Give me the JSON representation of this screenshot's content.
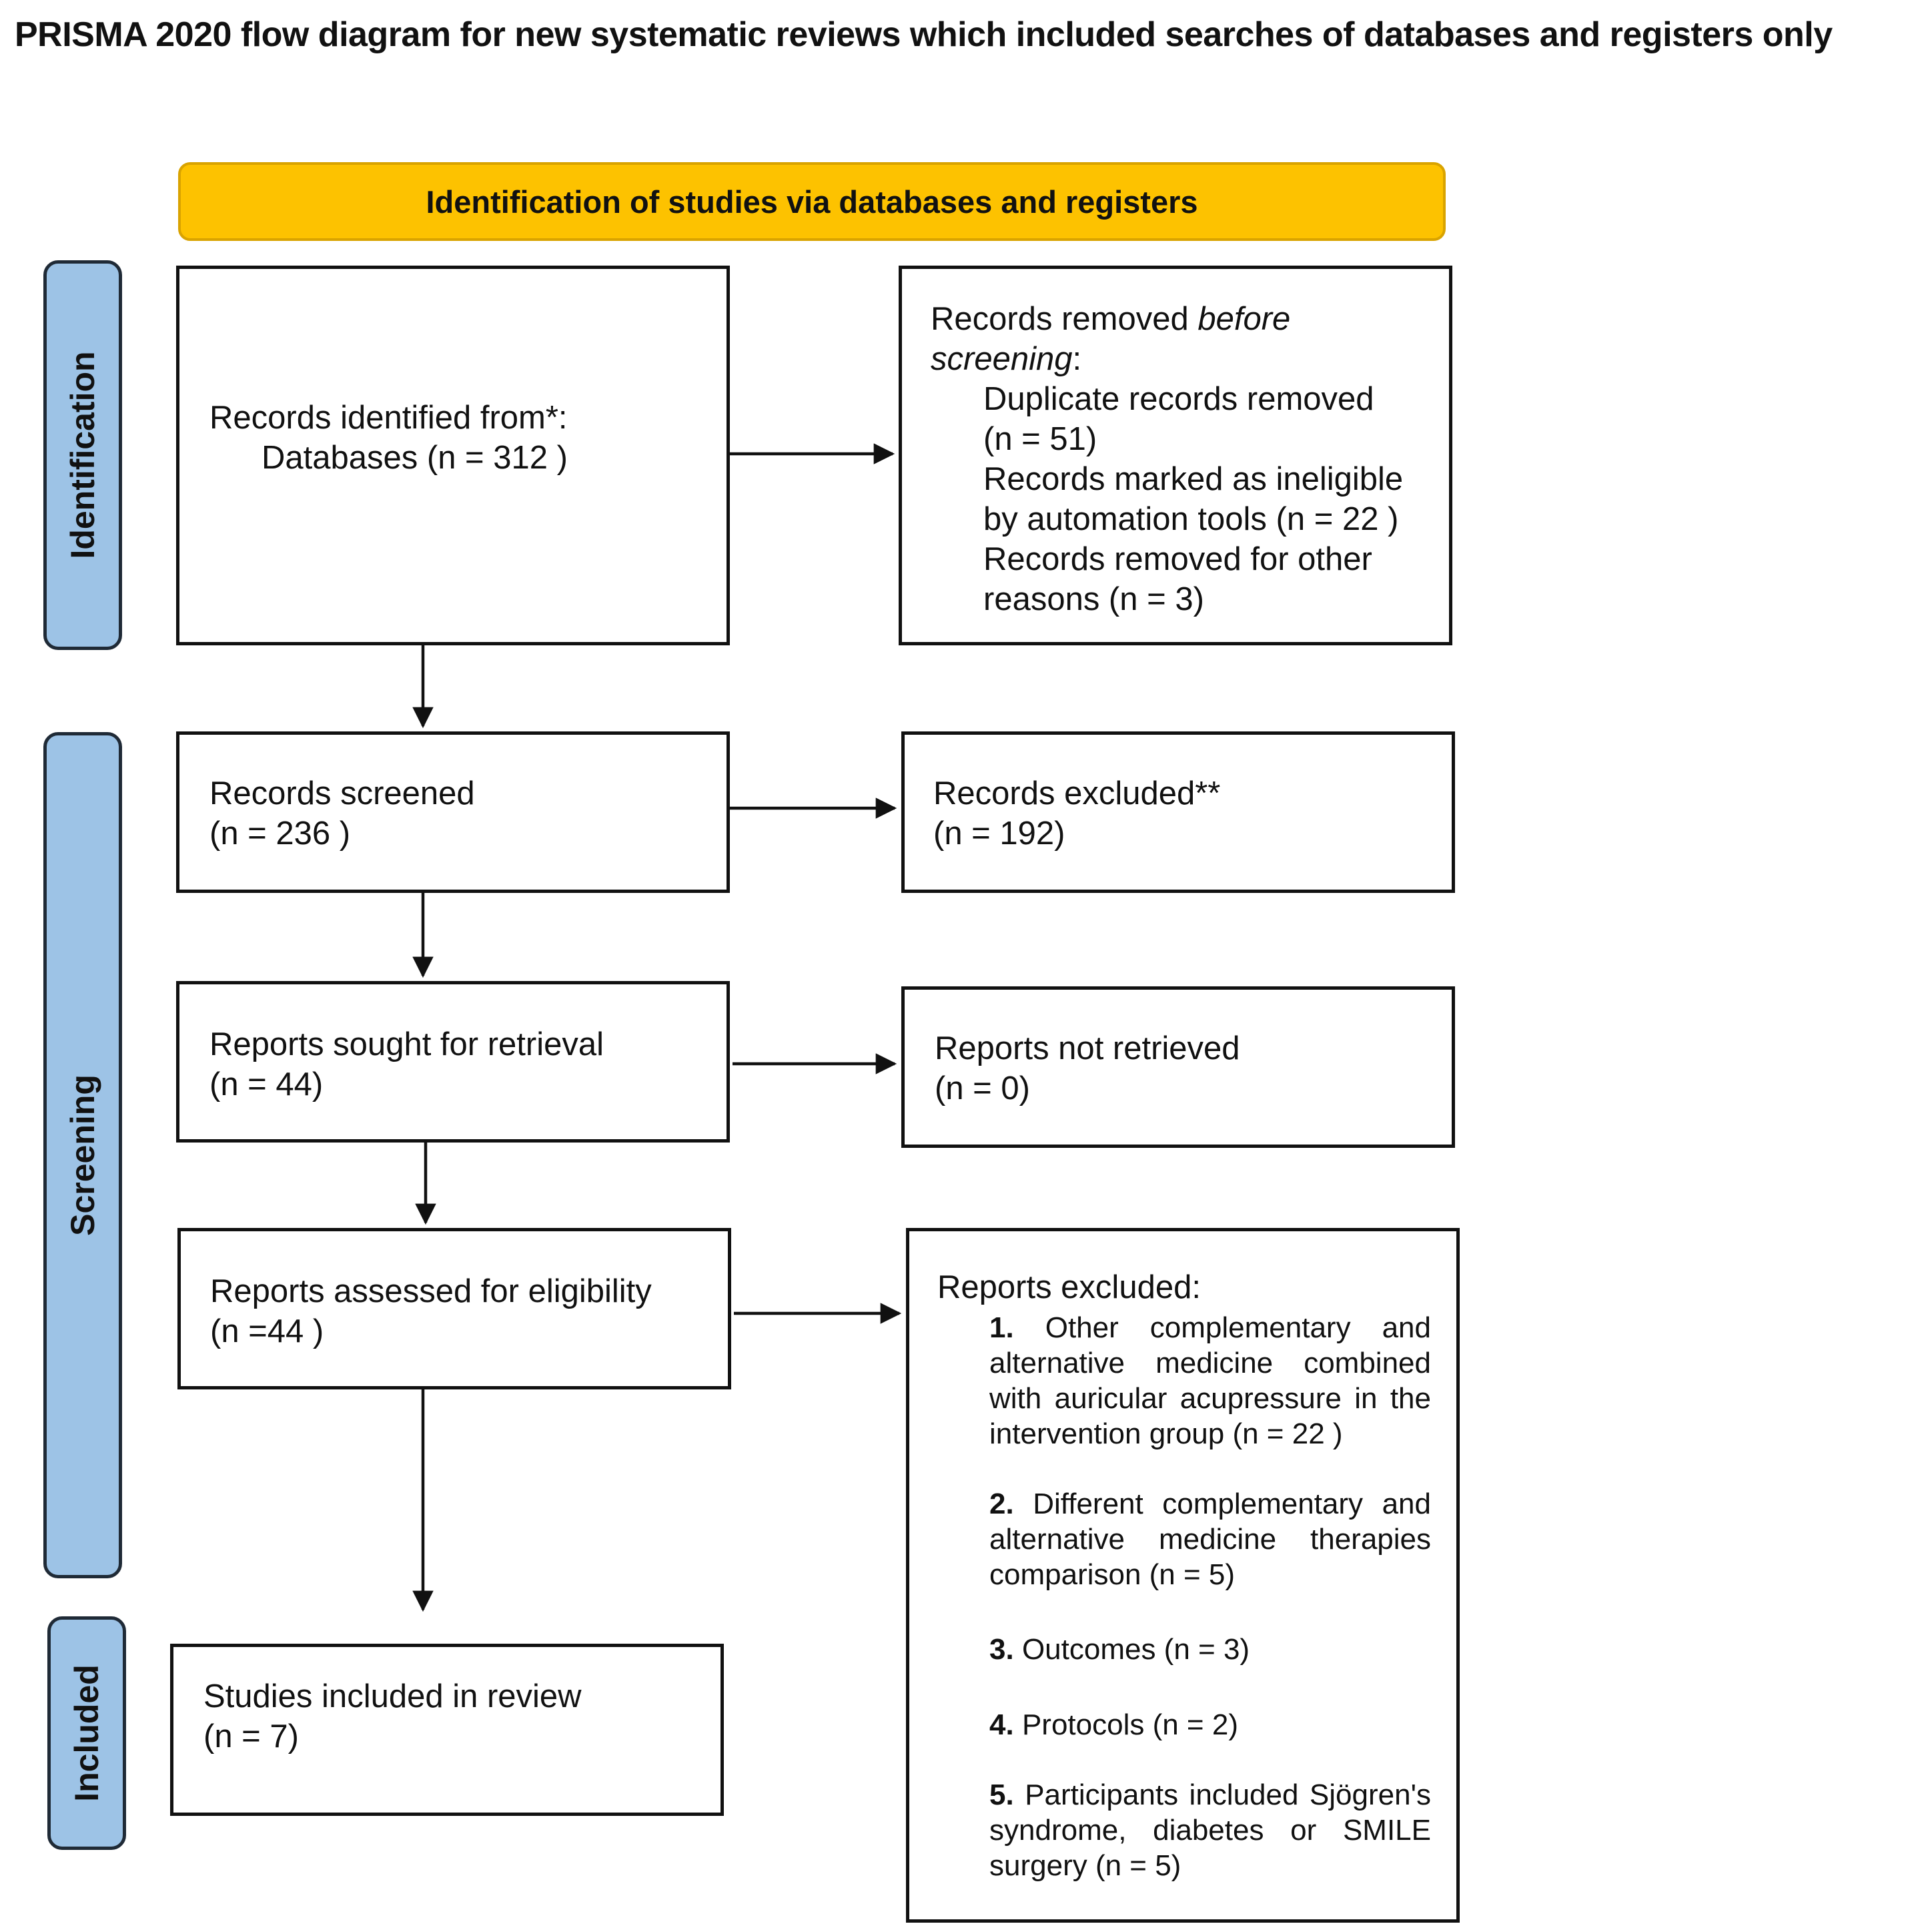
{
  "title": "PRISMA 2020 flow diagram for new systematic reviews which included searches of databases and registers only",
  "banner": "Identification of studies via databases and registers",
  "phases": {
    "identification": "Identification",
    "screening": "Screening",
    "included": "Included"
  },
  "colors": {
    "banner": "#FDC200",
    "phase": "#9DC3E6"
  },
  "identified": {
    "line1": "Records identified from*:",
    "line2": "Databases (n = 312 )"
  },
  "removed": {
    "line1_pre": "Records removed ",
    "line1_em": "before",
    "line2_em": "screening",
    "line2_post": ":",
    "line3": "Duplicate records removed",
    "line4": "(n = 51)",
    "line5": "Records marked as ineligible",
    "line6": "by automation tools (n = 22 )",
    "line7": "Records removed for other",
    "line8": "reasons (n = 3)"
  },
  "screened": {
    "line1": "Records screened",
    "line2": "(n = 236 )"
  },
  "records_excluded": {
    "line1": "Records excluded**",
    "line2": "(n = 192)"
  },
  "sought": {
    "line1": "Reports sought for retrieval",
    "line2": "(n = 44)"
  },
  "not_retrieved": {
    "line1": "Reports not retrieved",
    "line2": "(n = 0)"
  },
  "assessed": {
    "line1": "Reports assessed for eligibility",
    "line2": "(n =44 )"
  },
  "reports_excluded": {
    "heading": "Reports excluded:",
    "items": [
      {
        "num": "1.",
        "text": "Other complementary and alternative medicine combined with auricular acupressure in the intervention group (n = 22 )"
      },
      {
        "num": "2.",
        "text": "Different complementary and alternative medicine therapies comparison (n = 5)"
      },
      {
        "num": "3.",
        "text": "Outcomes (n = 3)"
      },
      {
        "num": "4.",
        "text": "Protocols  (n = 2)"
      },
      {
        "num": "5.",
        "text": "Participants included Sjögren's syndrome, diabetes or SMILE surgery  (n = 5)"
      }
    ]
  },
  "included": {
    "line1": "Studies included in review",
    "line2": "(n = 7)"
  }
}
